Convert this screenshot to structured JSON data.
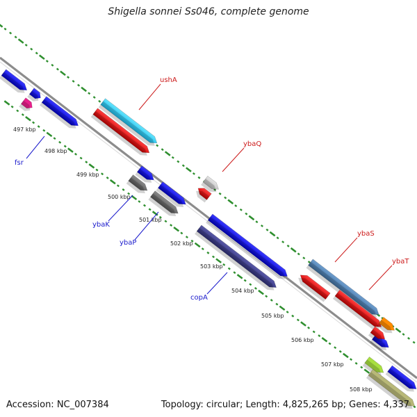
{
  "title": "Shigella sonnei Ss046, complete genome",
  "footer": {
    "accession": "Accession: NC_007384",
    "topology": "Topology: circular; Length: 4,825,265 bp; Genes: 4,337"
  },
  "colors": {
    "backbone": "#8c8c8c",
    "dots": "#2f8f2f",
    "forward_label": "#1a1acc",
    "reverse_label": "#cc1a1a"
  },
  "ticks": [
    "497 kbp",
    "498 kbp",
    "499 kbp",
    "500 kbp",
    "501 kbp",
    "502 kbp",
    "503 kbp",
    "504 kbp",
    "505 kbp",
    "506 kbp",
    "507 kbp",
    "508 kbp"
  ],
  "gene_labels": [
    {
      "text": "ushA",
      "strand": "reverse"
    },
    {
      "text": "ybaQ",
      "strand": "reverse"
    },
    {
      "text": "fsr",
      "strand": "forward"
    },
    {
      "text": "ybaK",
      "strand": "forward"
    },
    {
      "text": "ybaP",
      "strand": "forward"
    },
    {
      "text": "copA",
      "strand": "forward"
    },
    {
      "text": "ybaS",
      "strand": "reverse"
    },
    {
      "text": "ybaT",
      "strand": "reverse"
    }
  ]
}
